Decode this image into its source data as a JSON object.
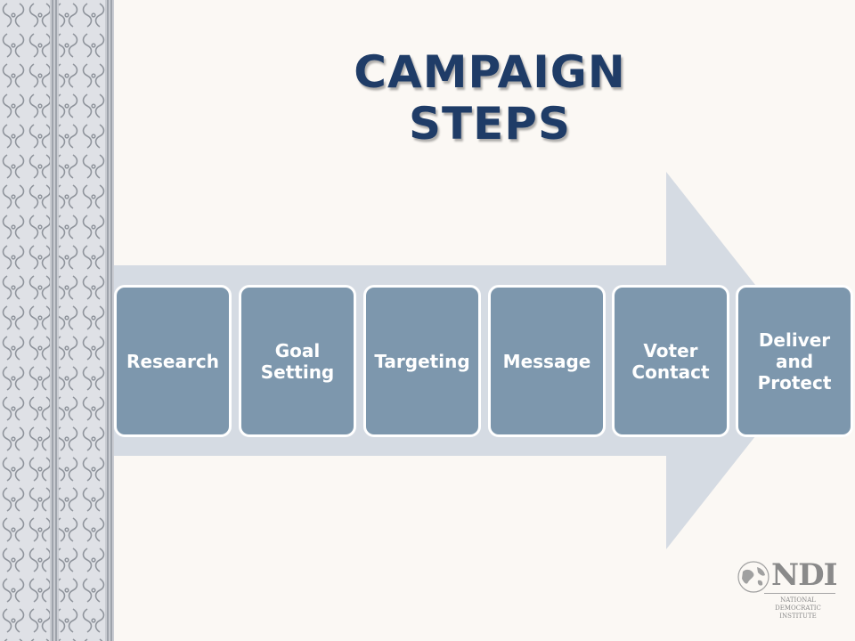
{
  "title": "CAMPAIGN STEPS",
  "steps": [
    {
      "label": "Research"
    },
    {
      "label": "Goal\nSetting"
    },
    {
      "label": "Targeting"
    },
    {
      "label": "Message"
    },
    {
      "label": "Voter\nContact"
    },
    {
      "label": "Deliver\nand\nProtect"
    }
  ],
  "logo": {
    "name": "NDI",
    "subtitle": "NATIONAL\nDEMOCRATIC\nINSTITUTE"
  },
  "colors": {
    "title": "#1f3c67",
    "step_fill": "#7d97ad",
    "arrow_fill": "#d5dbe3",
    "background": "#fbf8f4"
  }
}
